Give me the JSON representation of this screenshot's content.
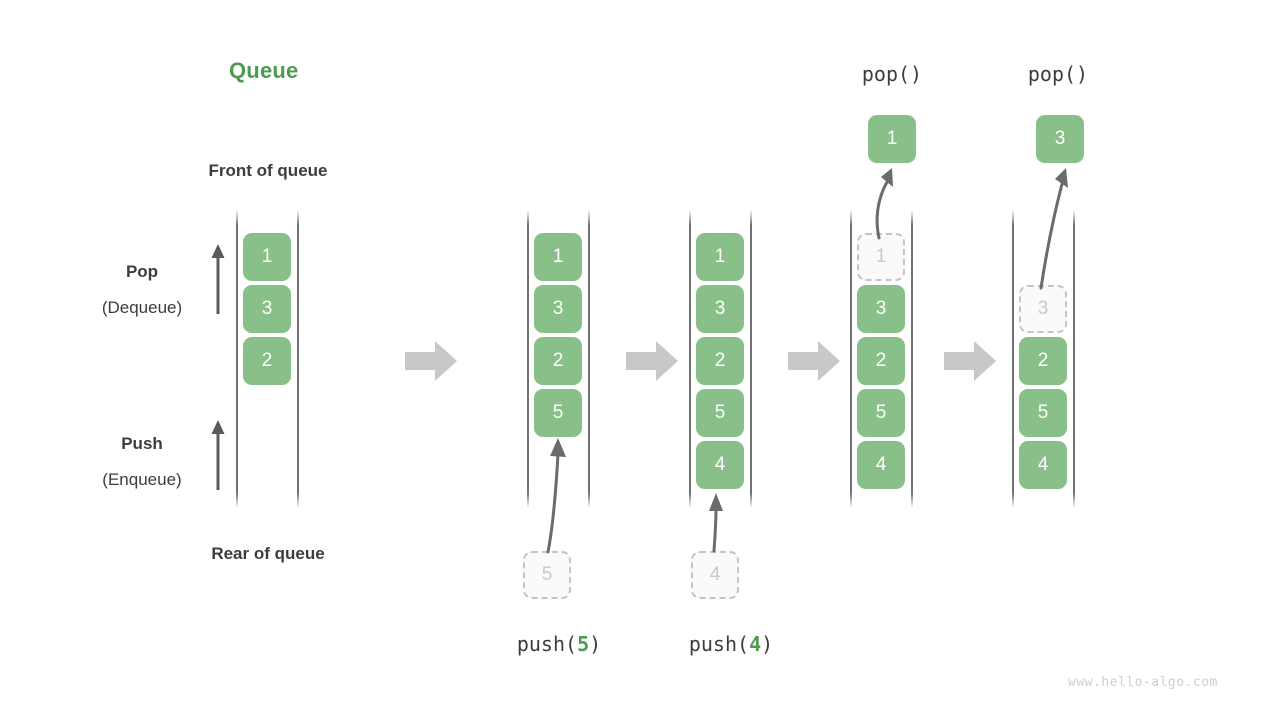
{
  "figure": {
    "title": "Queue",
    "watermark": "www.hello-algo.com",
    "accent_color": "#4e9a4e",
    "element_color": "#89bf88",
    "ghost_color": "#c9c9c9",
    "text_color": "#3d3d3d",
    "arrow_color": "#c8c8c8"
  },
  "annotations": {
    "front_of_queue": "Front of queue",
    "rear_of_queue": "Rear of queue",
    "pop_label": "Pop",
    "pop_sub": "(Dequeue)",
    "push_label": "Push",
    "push_sub": "(Enqueue)"
  },
  "stages": [
    {
      "name": "initial-queue",
      "operation": null,
      "operation_prefix": null,
      "operation_value": null,
      "operation_suffix": null,
      "elements": [
        "1",
        "3",
        "2"
      ],
      "ghost_index": null,
      "incoming": null,
      "outgoing": null
    },
    {
      "name": "push-5",
      "operation": "push(5)",
      "operation_prefix": "push(",
      "operation_value": "5",
      "operation_suffix": ")",
      "elements": [
        "1",
        "3",
        "2",
        "5"
      ],
      "ghost_index": null,
      "incoming": "5",
      "outgoing": null
    },
    {
      "name": "push-4",
      "operation": "push(4)",
      "operation_prefix": "push(",
      "operation_value": "4",
      "operation_suffix": ")",
      "elements": [
        "1",
        "3",
        "2",
        "5",
        "4"
      ],
      "ghost_index": null,
      "incoming": "4",
      "outgoing": null
    },
    {
      "name": "pop-1",
      "operation": "pop()",
      "operation_prefix": "pop()",
      "operation_value": null,
      "operation_suffix": null,
      "elements": [
        "1",
        "3",
        "2",
        "5",
        "4"
      ],
      "ghost_index": 0,
      "incoming": null,
      "outgoing": "1"
    },
    {
      "name": "pop-3",
      "operation": "pop()",
      "operation_prefix": "pop()",
      "operation_value": null,
      "operation_suffix": null,
      "elements": [
        "3",
        "2",
        "5",
        "4"
      ],
      "ghost_index": 0,
      "incoming": null,
      "outgoing": "3"
    }
  ]
}
